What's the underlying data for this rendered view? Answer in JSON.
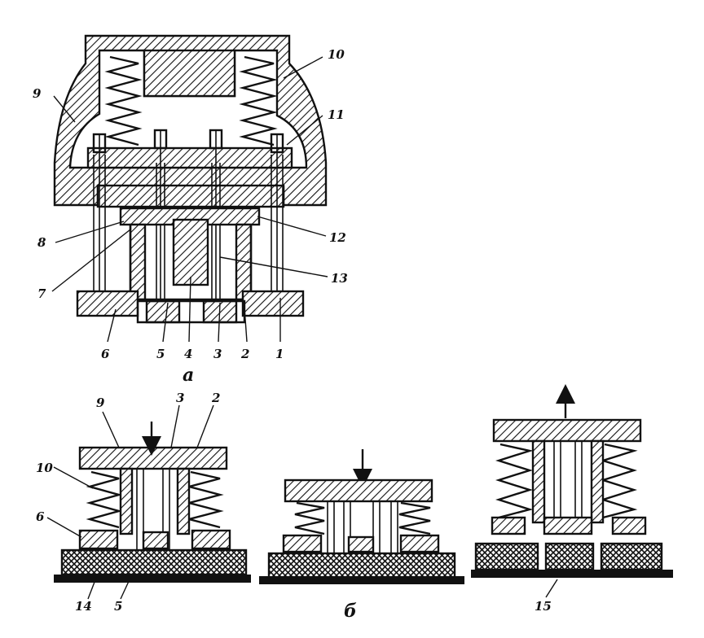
{
  "figure_a": {
    "caption": "a",
    "labels": [
      "1",
      "2",
      "3",
      "4",
      "5",
      "6",
      "7",
      "8",
      "9",
      "10",
      "11",
      "12",
      "13"
    ]
  },
  "figure_b": {
    "caption": "б",
    "left_labels": [
      "9",
      "3",
      "2",
      "10",
      "6",
      "14",
      "5"
    ],
    "right_label": "15"
  },
  "colors": {
    "ink": "#111111",
    "paper": "#ffffff"
  }
}
